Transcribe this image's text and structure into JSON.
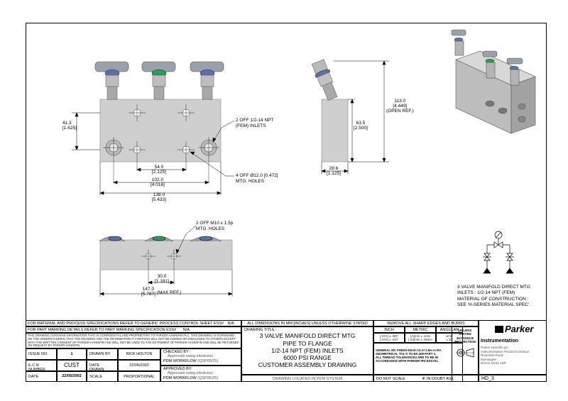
{
  "front_view": {
    "dims": [
      {
        "id": "height_413",
        "mm": "41.3",
        "inch": "[1.625]"
      },
      {
        "id": "w_540",
        "mm": "54.0",
        "inch": "[2.125]"
      },
      {
        "id": "w_1020",
        "mm": "102.0",
        "inch": "[4.016]"
      },
      {
        "id": "w_1380",
        "mm": "138.0",
        "inch": "[5.433]"
      }
    ],
    "note_inlets": [
      "2 OFF 1/2-14 NPT",
      "(FEM) INLETS"
    ],
    "note_holes": [
      "4 OFF Ø12.0 [0.472]",
      "MTG. HOLES"
    ]
  },
  "side_view": {
    "dims": [
      {
        "id": "h_1130",
        "lines": [
          "113.0",
          "[4.449]",
          "(OPEN REF.)"
        ]
      },
      {
        "id": "h_635",
        "lines": [
          "63.5",
          "[2.500]"
        ]
      },
      {
        "id": "w_286",
        "lines": [
          "28.6",
          "[1.125]"
        ]
      }
    ]
  },
  "bottom_view": {
    "note_mtg": [
      "2 OFF M10 x 1.5p",
      "MTG. HOLES"
    ],
    "dims": [
      {
        "id": "w_300",
        "lines": [
          "30.0",
          "[1.181]"
        ]
      },
      {
        "id": "w_1470",
        "lines": [
          "147.0",
          "[5.787]"
        ]
      }
    ],
    "max_ref": "(MAX REF.)"
  },
  "description": [
    "3 VALVE MANIFOLD DIRECT MTG",
    "INLETS : 1/2-14 NPT (FEM)",
    "MATERIAL OF CONSTRUCTION :",
    "SEE 'H-SERIES MATERIAL SPEC'."
  ],
  "colors": {
    "handle_blue": "#5b6fa8",
    "handle_green": "#2f9a55",
    "body_grey": "#c4c4c4",
    "title_grey": "#e8e8e8"
  },
  "title_block": {
    "material_spec": "FOR MATERIAL AND PROCESS SPECIFICATIONS REFER TO GENERIC PROCESS CONTROL SHEET ESS#",
    "material_spec_val": "N/A",
    "part_marking": "FOR PART MARKING DETAILS REFER TO PART MARKING SPECIFICATION ESS#",
    "part_marking_val": "N/A",
    "confidential": "THIS DRAWING CONTAINS INFORMATION THAT IS CONFIDENTIAL AND PROPRIETARY TO PARKER HANNIFIN PLC. THIS DRAWING IS FURNISHED ON THE UNDERSTANDING THAT THE DRAWING AND THE INFORMATION IT CONTAINS WILL NOT BE COPIED OR DISCLOSED TO OTHERS EXCEPT WITH THE WRITTEN CONSENT OF PARKER HANNIFIN AND WILL NOT BE USED TO THE DETRIMENT OF PARKER HANNIFIN AND WILL BE RETURNED ON REQUEST BY PARKER HANNIFIN.",
    "issue_label": "ISSUE NO.",
    "issue_val": "1",
    "ecn_label": "E.C.N NUMBER",
    "ecn_val": "CUST",
    "date_label": "DATE",
    "date_val": "22/05/2002",
    "drawn_by_label": "DRAWN BY",
    "drawn_by_val": "NICK HOLTON",
    "date_drawn_label": "DATE DRAWN",
    "date_drawn_val": "22/05/2002",
    "scale_label": "SCALE",
    "scale_val": "PROPORTIONAL",
    "checked_by_label": "CHECKED BY :",
    "checked_by_note": "Approvals using electronic",
    "checked_by_wf": "PDM WORKFLOW",
    "checked_by_ref": "(QSP05/25)",
    "approved_by_label": "APPROVED BY:",
    "approved_by_note": "Approvals using electronic",
    "approved_by_wf": "PDM WORKFLOW",
    "approved_by_ref": "(QSP05/25)",
    "dims_note": "ALL DIMENSIONS IN MM [INCHES] UNLESS OTHERWISE STATED",
    "drawing_title_label": "DRAWING TITLE :",
    "drawing_title": [
      "3 VALVE MANIFOLD DIRECT MTG",
      "PIPE TO FLANGE",
      "1/2-14 NPT (FEM) INLETS",
      "6000 PSI RANGE",
      "CUSTOMER ASSEMBLY DRAWING"
    ],
    "pdm_location": "DRAWING LOCATED IN PDM SYSTEM",
    "burrs": "REMOVE ALL SHARP EDGES AND BURRS",
    "inch": "INCH",
    "metric": "METRIC",
    "angular": "ANGULAR",
    "tol_inch": [
      "[.XXX] ± .005\"",
      "[.XXX] ± .010\""
    ],
    "tol_metric": [
      "[.X]mm ± .1mm",
      "[.XX]mm ± .05mm"
    ],
    "tol_ang": [
      "±0.5°",
      "± 30'"
    ],
    "general_note": [
      "GENERAL MC FINISH 63min CLA/ 1.6m m RA",
      "GEOMETRICAL TOL'S TO BS.308 PART 3.",
      "ALL THREAD TOLERANCES ARE TO BE IN",
      "ACCORDANCE WITH PARKER IPD ESS701."
    ],
    "do_not_scale": "DO NOT SCALE",
    "if_in_doubt": "IF IN DOUBT ASK",
    "unless_stated": "UNLESS STATED",
    "projection": [
      "3rd ANGLE",
      "PROJECTION"
    ],
    "brand": "Parker",
    "instrumentation": "Instrumentation",
    "address": [
      "Parker Hannifin plc",
      "Instrumentation Products Division",
      "Riverside Road",
      "Barnstaple",
      "Devon EX31 1NP"
    ],
    "drawing_no": "HD_3"
  }
}
